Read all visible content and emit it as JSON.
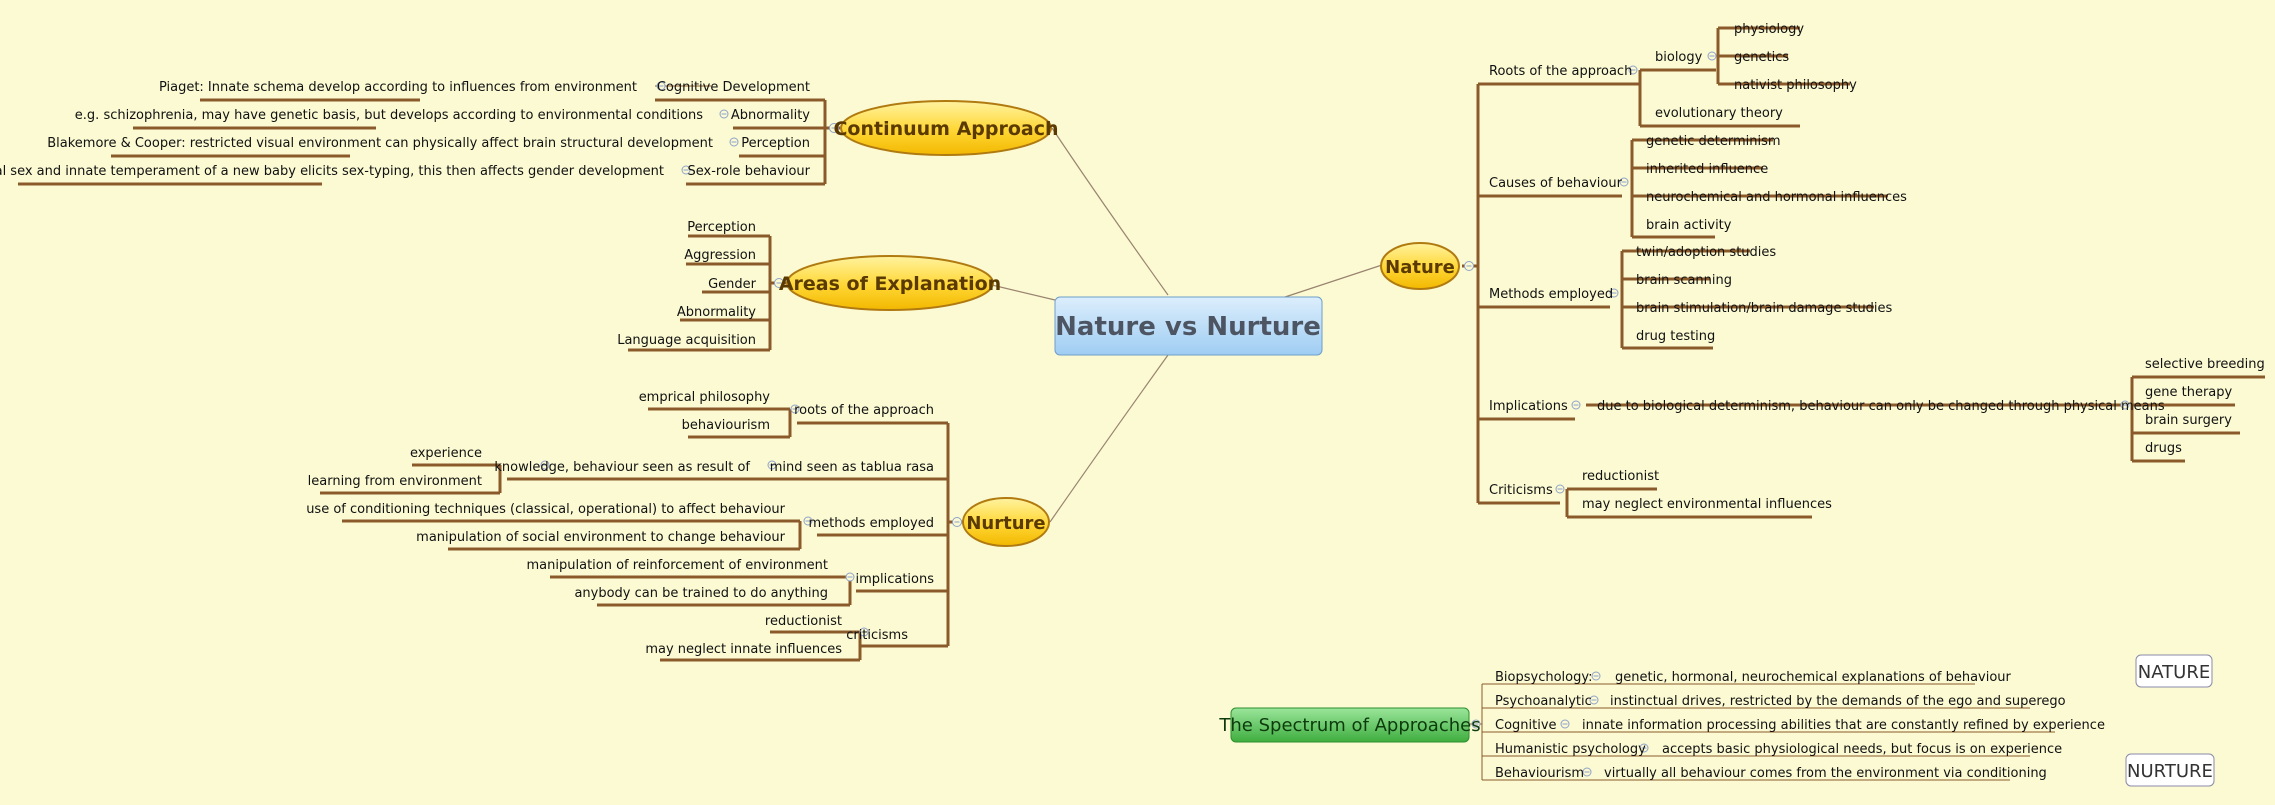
{
  "central": "Nature vs Nurture",
  "continuum": {
    "title": "Continuum Approach",
    "items": [
      {
        "label": "Cognitive Development",
        "detail": "Piaget: Innate schema develop according to influences from environment"
      },
      {
        "label": "Abnormality",
        "detail": "e.g. schizophrenia, may have genetic basis, but develops according to environmental conditions"
      },
      {
        "label": "Perception",
        "detail": "Blakemore & Cooper: restricted visual environment can physically affect brain structural development"
      },
      {
        "label": "Sex-role behaviour",
        "detail": "Physical sex and innate temperament of a new baby elicits sex-typing, this then affects gender development"
      }
    ]
  },
  "areas": {
    "title": "Areas of Explanation",
    "items": [
      "Perception",
      "Aggression",
      "Gender",
      "Abnormality",
      "Language acquisition"
    ]
  },
  "nurture": {
    "title": "Nurture",
    "roots": {
      "label": "roots of the approach",
      "items": [
        "emprical philosophy",
        "behaviourism"
      ]
    },
    "mind": {
      "label": "mind seen as tablua rasa",
      "sub": "knowledge, behaviour seen as result of",
      "items": [
        "experience",
        "learning from environment"
      ]
    },
    "methods": {
      "label": "methods employed",
      "items": [
        "use of conditioning techniques (classical, operational) to affect behaviour",
        "manipulation of social environment to change behaviour"
      ]
    },
    "implications": {
      "label": "implications",
      "items": [
        "manipulation of reinforcement of environment",
        "anybody can be trained to do anything"
      ]
    },
    "criticisms": {
      "label": "criticisms",
      "items": [
        "reductionist",
        "may neglect innate influences"
      ]
    }
  },
  "nature": {
    "title": "Nature",
    "roots": {
      "label": "Roots of the approach",
      "biology": "biology",
      "biology_items": [
        "physiology",
        "genetics",
        "nativist philosophy"
      ],
      "evolutionary": "evolutionary theory"
    },
    "causes": {
      "label": "Causes of behaviour",
      "items": [
        "genetic determinism",
        "inherited influence",
        "neurochemical and hormonal influences",
        "brain activity"
      ]
    },
    "methods": {
      "label": "Methods employed",
      "items": [
        "twin/adoption studies",
        "brain scanning",
        "brain stimulation/brain damage studies",
        "drug testing"
      ]
    },
    "implications": {
      "label": "Implications",
      "detail": "due to biological determinism, behaviour can only be changed through physical means",
      "items": [
        "selective breeding",
        "gene therapy",
        "brain surgery",
        "drugs"
      ]
    },
    "criticisms": {
      "label": "Criticisms",
      "items": [
        "reductionist",
        "may neglect environmental influences"
      ]
    }
  },
  "spectrum": {
    "title": "The Spectrum of Approaches",
    "items": [
      {
        "label": "Biopsychology:",
        "detail": "genetic, hormonal, neurochemical explanations of behaviour"
      },
      {
        "label": "Psychoanalytic",
        "detail": "instinctual drives, restricted by the demands of the ego and superego"
      },
      {
        "label": "Cognitive",
        "detail": "innate information processing abilities that are constantly refined by experience"
      },
      {
        "label": "Humanistic psychology",
        "detail": "accepts basic physiological needs, but focus is on experience"
      },
      {
        "label": "Behaviourism",
        "detail": "virtually all behaviour comes from the environment via conditioning"
      }
    ]
  },
  "labels": {
    "nature_box": "NATURE",
    "nurture_box": "NURTURE"
  },
  "colors": {
    "background": "#fbfad3",
    "branch": "#8b5a2b",
    "central_fill": "#a9d3f7",
    "main_fill": "#ffd94a",
    "spectrum_fill": "#5fc65f"
  }
}
